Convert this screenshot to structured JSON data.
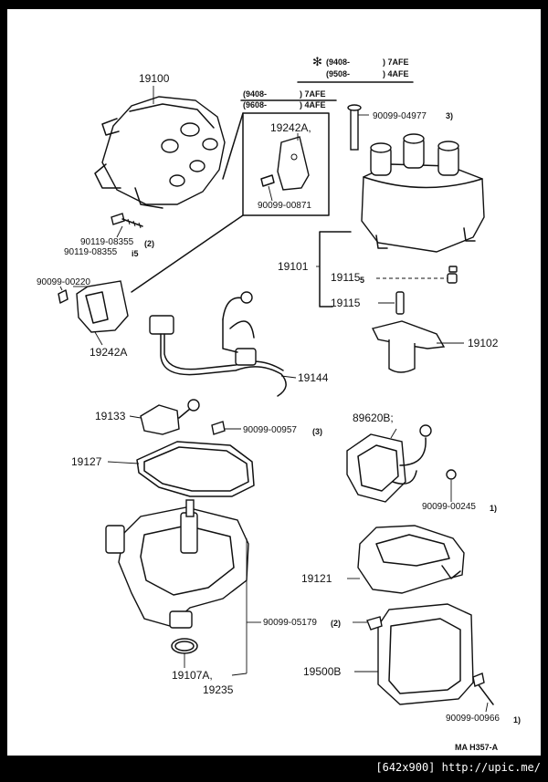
{
  "diagram": {
    "legend": {
      "line1_code": "(9408-",
      "line1_engine": ") 7AFE",
      "line2_code": "(9508-",
      "line2_engine": ") 4AFE"
    },
    "box_legend": {
      "line1_code": "(9408-",
      "line1_engine": ") 7AFE",
      "line2_code": "(9608-",
      "line2_engine": ") 4AFE"
    },
    "labels": {
      "p19100": "19100",
      "p19242A_box": "19242A,",
      "p90099_00871": "90099-00871",
      "p90099_04977": "90099-04977",
      "q04977": "3)",
      "p90119_08355_a": "90119-08355",
      "q08355_a": "(2)",
      "p90119_08355_b": "90119-08355",
      "q08355_b": "i5",
      "p90099_00220": "90099-00220",
      "p19242A": "19242A",
      "p19101": "19101",
      "p19115_a": "19115",
      "q19115": "5",
      "p19115_b": "19115",
      "p19102": "19102",
      "p19144": "19144",
      "p19133": "19133",
      "p90099_00957": "90099-00957",
      "q00957": "(3)",
      "p89620B": "89620B;",
      "p19127": "19127",
      "p90099_00245": "90099-00245",
      "q00245": "1)",
      "p19121": "19121",
      "p90099_05179": "90099-05179",
      "q05179": "(2)",
      "p19107A": "19107A,",
      "p19235": "19235",
      "p19500B": "19500B",
      "p90099_00966": "90099-00966",
      "q00966": "1)",
      "code": "MA H357-A"
    }
  },
  "footer": {
    "text": "[642x900] http://upic.me/"
  }
}
